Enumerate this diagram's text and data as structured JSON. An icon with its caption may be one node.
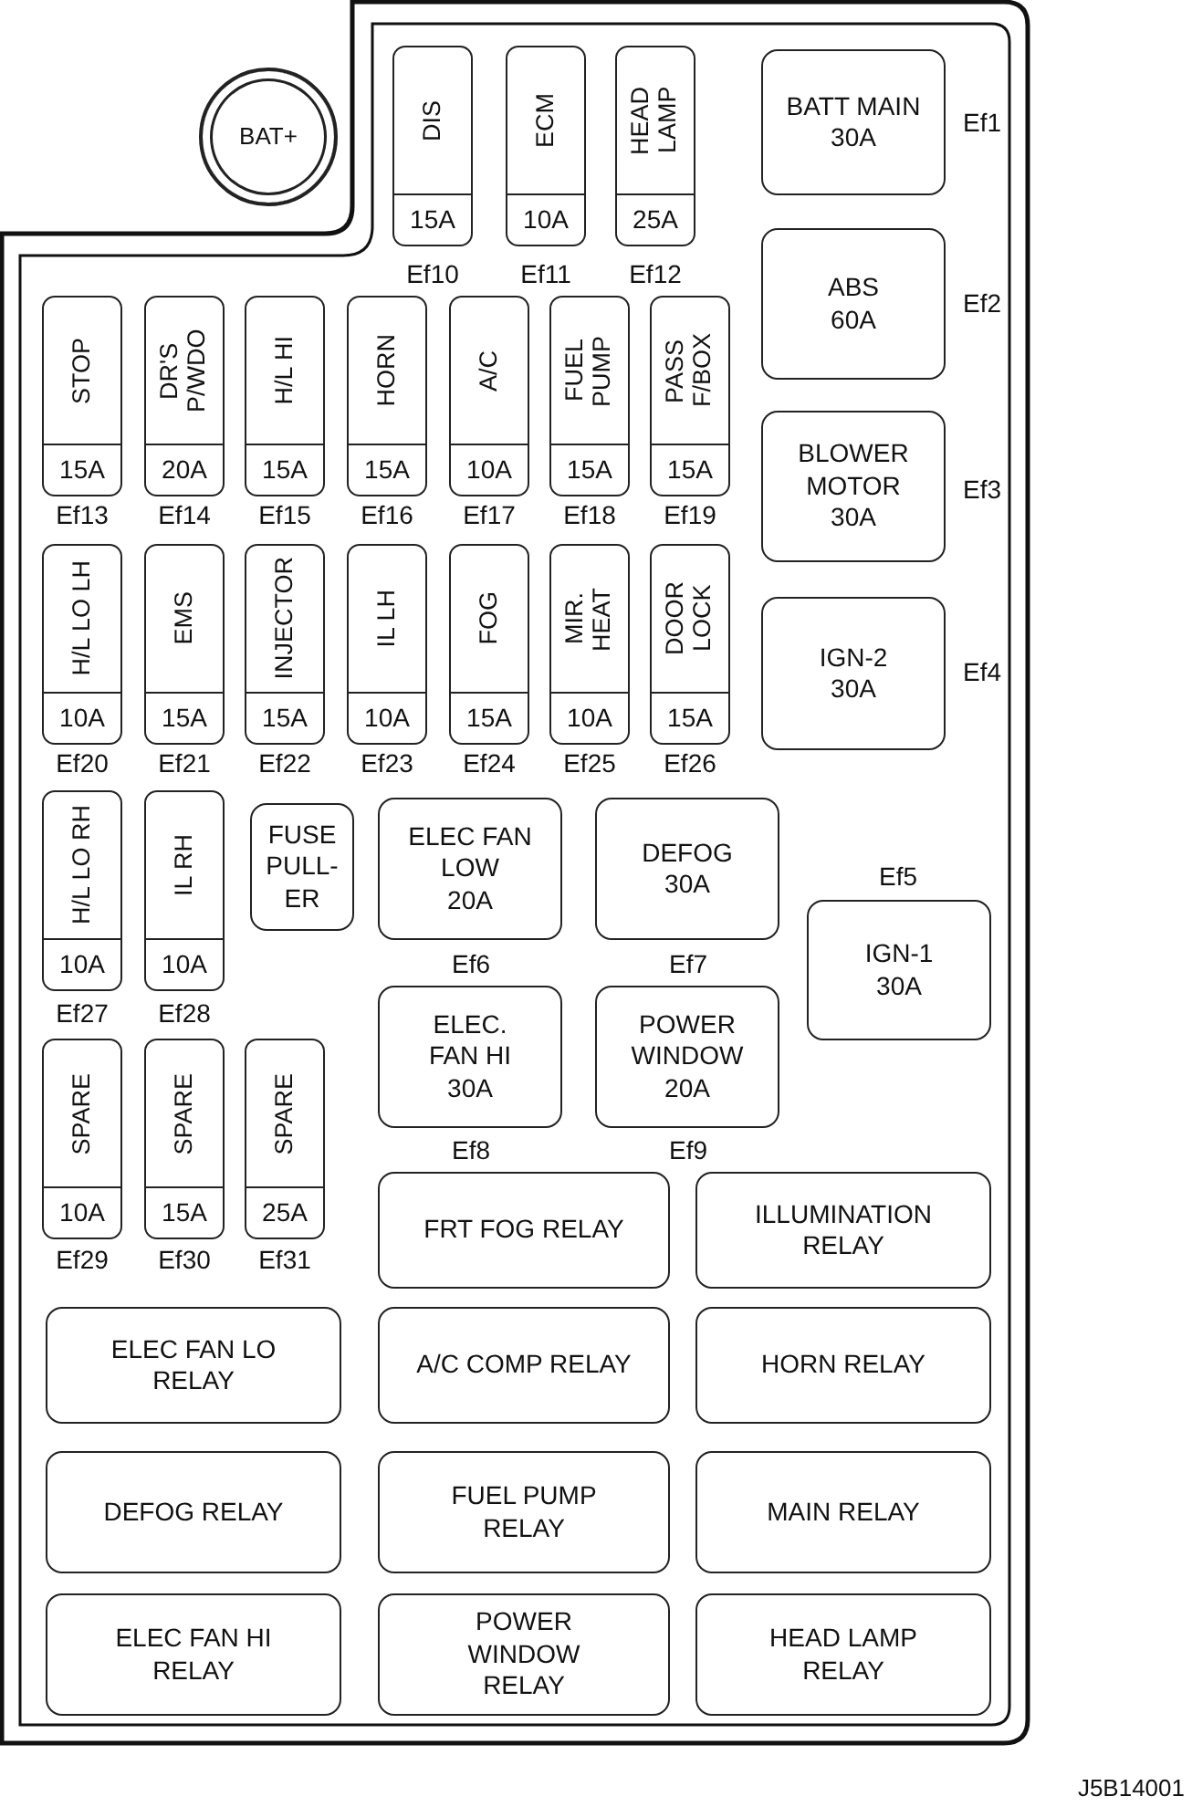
{
  "diagram": {
    "nodes": [
      {
        "text": [
          "BAT+"
        ]
      },
      {
        "text": [
          "DIS",
          "15A"
        ],
        "beside": [
          "Ef10"
        ]
      },
      {
        "text": [
          "ECM",
          "10A"
        ],
        "beside": [
          "Ef11"
        ]
      },
      {
        "text": [
          "HEAD LAMP",
          "25A"
        ],
        "beside": [
          "Ef12"
        ]
      },
      {
        "text": [
          "BATT MAIN",
          "30A"
        ],
        "beside": [
          "Ef1"
        ]
      },
      {
        "text": [
          "ABS",
          "60A"
        ],
        "beside": [
          "Ef2"
        ]
      },
      {
        "text": [
          "STOP",
          "15A"
        ],
        "beside": [
          "Ef13"
        ]
      },
      {
        "text": [
          "DR'S P/WDO",
          "20A"
        ],
        "beside": [
          "Ef14"
        ]
      },
      {
        "text": [
          "H/L HI",
          "15A"
        ],
        "beside": [
          "Ef15"
        ]
      },
      {
        "text": [
          "HORN",
          "15A"
        ],
        "beside": [
          "Ef16"
        ]
      },
      {
        "text": [
          "A/C",
          "10A"
        ],
        "beside": [
          "Ef17"
        ]
      },
      {
        "text": [
          "FUEL PUMP",
          "15A"
        ],
        "beside": [
          "Ef18"
        ]
      },
      {
        "text": [
          "PASS F/BOX",
          "15A"
        ],
        "beside": [
          "Ef19"
        ]
      },
      {
        "text": [
          "BLOWER MOTOR",
          "30A"
        ],
        "beside": [
          "Ef3"
        ]
      },
      {
        "text": [
          "H/L LO LH",
          "10A"
        ],
        "beside": [
          "Ef20"
        ]
      },
      {
        "text": [
          "EMS",
          "15A"
        ],
        "beside": [
          "Ef21"
        ]
      },
      {
        "text": [
          "INJECTOR",
          "15A"
        ],
        "beside": [
          "Ef22"
        ]
      },
      {
        "text": [
          "IL LH",
          "10A"
        ],
        "beside": [
          "Ef23"
        ]
      },
      {
        "text": [
          "FOG",
          "15A"
        ],
        "beside": [
          "Ef24"
        ]
      },
      {
        "text": [
          "MIR. HEAT",
          "10A"
        ],
        "beside": [
          "Ef25"
        ]
      },
      {
        "text": [
          "DOOR LOCK",
          "15A"
        ],
        "beside": [
          "Ef26"
        ]
      },
      {
        "text": [
          "IGN-2",
          "30A"
        ],
        "beside": [
          "Ef4"
        ]
      },
      {
        "text": [
          "H/L LO RH",
          "10A"
        ],
        "beside": [
          "Ef27"
        ]
      },
      {
        "text": [
          "IL RH",
          "10A"
        ],
        "beside": [
          "Ef28"
        ]
      },
      {
        "text": [
          "FUSE PULL-ER"
        ]
      },
      {
        "text": [
          "ELEC FAN LOW",
          "20A"
        ],
        "beside": [
          "Ef6"
        ]
      },
      {
        "text": [
          "DEFOG",
          "30A"
        ],
        "beside": [
          "Ef7"
        ]
      },
      {
        "text": [
          "IGN-1",
          "30A"
        ],
        "beside": [
          "Ef5"
        ]
      },
      {
        "text": [
          "SPARE",
          "10A"
        ],
        "beside": [
          "Ef29"
        ]
      },
      {
        "text": [
          "SPARE",
          "15A"
        ],
        "beside": [
          "Ef30"
        ]
      },
      {
        "text": [
          "SPARE",
          "25A"
        ],
        "beside": [
          "Ef31"
        ]
      },
      {
        "text": [
          "ELEC. FAN HI",
          "30A"
        ],
        "beside": [
          "Ef8"
        ]
      },
      {
        "text": [
          "POWER WINDOW",
          "20A"
        ],
        "beside": [
          "Ef9"
        ]
      },
      {
        "text": [
          "FRT FOG RELAY"
        ]
      },
      {
        "text": [
          "ILLUMINATION RELAY"
        ]
      },
      {
        "text": [
          "ELEC FAN LO RELAY"
        ]
      },
      {
        "text": [
          "A/C COMP RELAY"
        ]
      },
      {
        "text": [
          "HORN RELAY"
        ]
      },
      {
        "text": [
          "DEFOG RELAY"
        ]
      },
      {
        "text": [
          "FUEL PUMP RELAY"
        ]
      },
      {
        "text": [
          "MAIN RELAY"
        ]
      },
      {
        "text": [
          "ELEC FAN HI RELAY"
        ]
      },
      {
        "text": [
          "POWER WINDOW RELAY"
        ]
      },
      {
        "text": [
          "HEAD LAMP RELAY"
        ]
      }
    ],
    "labels": [
      "J5B14001"
    ]
  }
}
